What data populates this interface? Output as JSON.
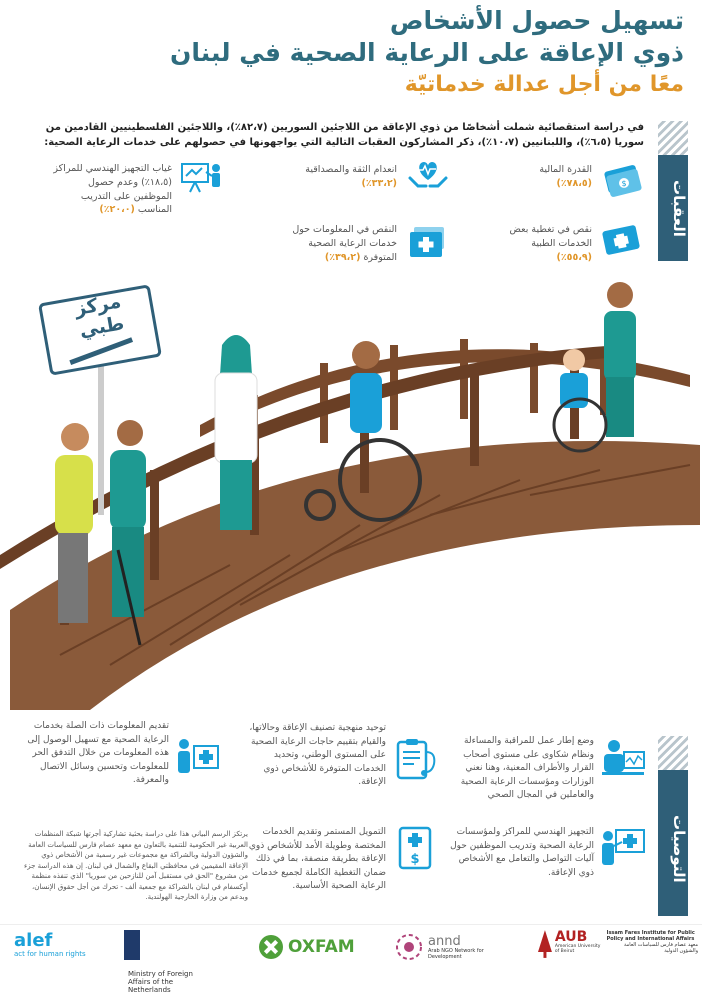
{
  "header": {
    "title_line1": "تسهيل حصول الأشخاص",
    "title_line2": "ذوي الإعاقة على الرعاية الصحية في لبنان",
    "slogan": "معًا من أجل عدالة خدماتيّة"
  },
  "intro": "في دراسة استقصائية شملت أشخاصًا من ذوي الإعاقة من اللاجئين السوريين (٨٢،٧٪)، واللاجئين الفلسطينيين القادمين من سوريا (٦،٥٪)، واللبنانيين (١٠،٧٪)، ذكر المشاركون العقبات التالية التي يواجهونها في حصولهم على خدمات الرعاية الصحية:",
  "obstacles": {
    "section_label": "العقبات",
    "items": [
      {
        "text": "القدرة المالية",
        "pct": "(٧٨،٥٪)",
        "icon": "money-icon"
      },
      {
        "text": "انعدام الثقة والمصداقية",
        "pct": "(٣٣،٢٪)",
        "icon": "heart-hands-icon"
      },
      {
        "text": "غياب التجهيز الهندسي للمراكز (١٨،٥٪) وعدم حصول الموظفين على التدريب المناسب",
        "pct": "(٢٠،٠٪)",
        "icon": "training-icon"
      },
      {
        "text": "نقص في تغطية بعض الخدمات الطبية",
        "pct": "(٥٥،٩٪)",
        "icon": "medical-card-icon"
      },
      {
        "text": "النقص في المعلومات حول خدمات الرعاية الصحية المتوفرة",
        "pct": "(٣٩،٢٪)",
        "icon": "medical-files-icon"
      }
    ]
  },
  "sign": {
    "line1": "مركز",
    "line2": "طبي"
  },
  "recommendations": {
    "section_label": "التوصيات",
    "items": [
      {
        "text": "وضع إطار عمل للمراقبة والمساءلة ونظام شكاوى على مستوى أصحاب القرار والأطراف المعنية، وهنا نعني الوزارات ومؤسسات الرعاية الصحية والعاملين في المجال الصحي",
        "icon": "doctor-computer-icon"
      },
      {
        "text": "توحيد منهجية تصنيف الإعاقة وحالاتها، والقيام بتقييم حاجات الرعاية الصحية على المستوى الوطني، وتحديد الخدمات المتوفرة للأشخاص ذوي الإعاقة.",
        "icon": "clipboard-stethoscope-icon"
      },
      {
        "text": "تقديم المعلومات ذات الصلة بخدمات الرعاية الصحية مع تسهيل الوصول إلى هذه المعلومات من خلال التدفق الحر للمعلومات وتحسين وسائل الاتصال والمعرفة.",
        "icon": "information-icon"
      },
      {
        "text": "التجهيز الهندسي للمراكز ولمؤسسات الرعاية الصحية وتدريب الموظفين حول آليات التواصل والتعامل مع الأشخاص ذوي الإعاقة.",
        "icon": "presentation-icon"
      },
      {
        "text": "التمويل المستمر وتقديم الخدمات المختصة وطويلة الأمد للأشخاص ذوي الإعاقة بطريقة منصفة، بما في ذلك ضمان التغطية الكاملة لجميع خدمات الرعاية الصحية الأساسية.",
        "icon": "invoice-icon"
      }
    ]
  },
  "note": "يرتكز الرسم البياني هذا على دراسة بحثية تشاركية أجرتها شبكة المنظمات العربية غير الحكومية للتنمية بالتعاون مع معهد عصام فارس للسياسات العامة والشؤون الدولية وبالشراكة مع مجموعات غير رسمية من الأشخاص ذوي الإعاقة المقيمين في محافظتي البقاع والشمال في لبنان. إن هذه الدراسة جزء من مشروع \"الحق في مستقبل آمن للنازحين من سوريا\" الذي تنفذه منظمة أوكسفام في لبنان بالشراكة مع جمعية ألف - تحرك من أجل حقوق الإنسان، وبدعم من وزارة الخارجية الهولندية.",
  "footer": {
    "alef": {
      "name": "alef",
      "tagline": "act for human rights"
    },
    "netherlands": "Ministry of Foreign Affairs of the Netherlands",
    "oxfam": "OXFAM",
    "annd": {
      "name": "annd",
      "subtitle": "Arab NGO Network for Development"
    },
    "aub": {
      "name": "AUB",
      "subtitle": "American University of Beirut",
      "institute": "Issam Fares Institute for Public Policy and International Affairs",
      "institute_ar": "معهد عصام فارس للسياسات العامة والشؤون الدولية"
    }
  },
  "colors": {
    "teal": "#2f6c7e",
    "orange": "#e0962a",
    "navy": "#2f5f78",
    "icon_blue": "#1aa0d8",
    "bridge": "#8a5a3a"
  }
}
